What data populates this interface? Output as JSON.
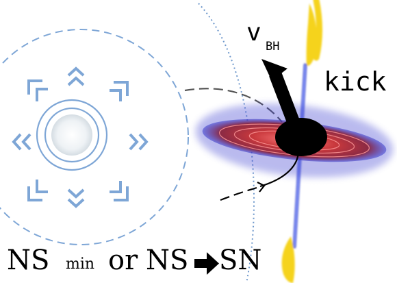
{
  "labels": {
    "velocity_symbol": "v",
    "velocity_subscript": "BH",
    "kick": "kick"
  },
  "caption": {
    "ns_first": "NS",
    "min_subscript": "min",
    "or_word": "or",
    "ns_second": "NS",
    "sn": "SN"
  },
  "colors": {
    "neutron_star_outline": "#7ea6d6",
    "dotted_boundary": "#6e98cc",
    "disk_red": "#c8383c",
    "disk_blue": "#2f3fd0",
    "jet_yellow": "#f5d31e",
    "black_hole": "#000000"
  },
  "icons": {
    "outflow_arrows": "double-chevron-icon",
    "kick_arrow": "arrow-up-left-icon",
    "caption_arrow": "arrow-right-icon"
  }
}
